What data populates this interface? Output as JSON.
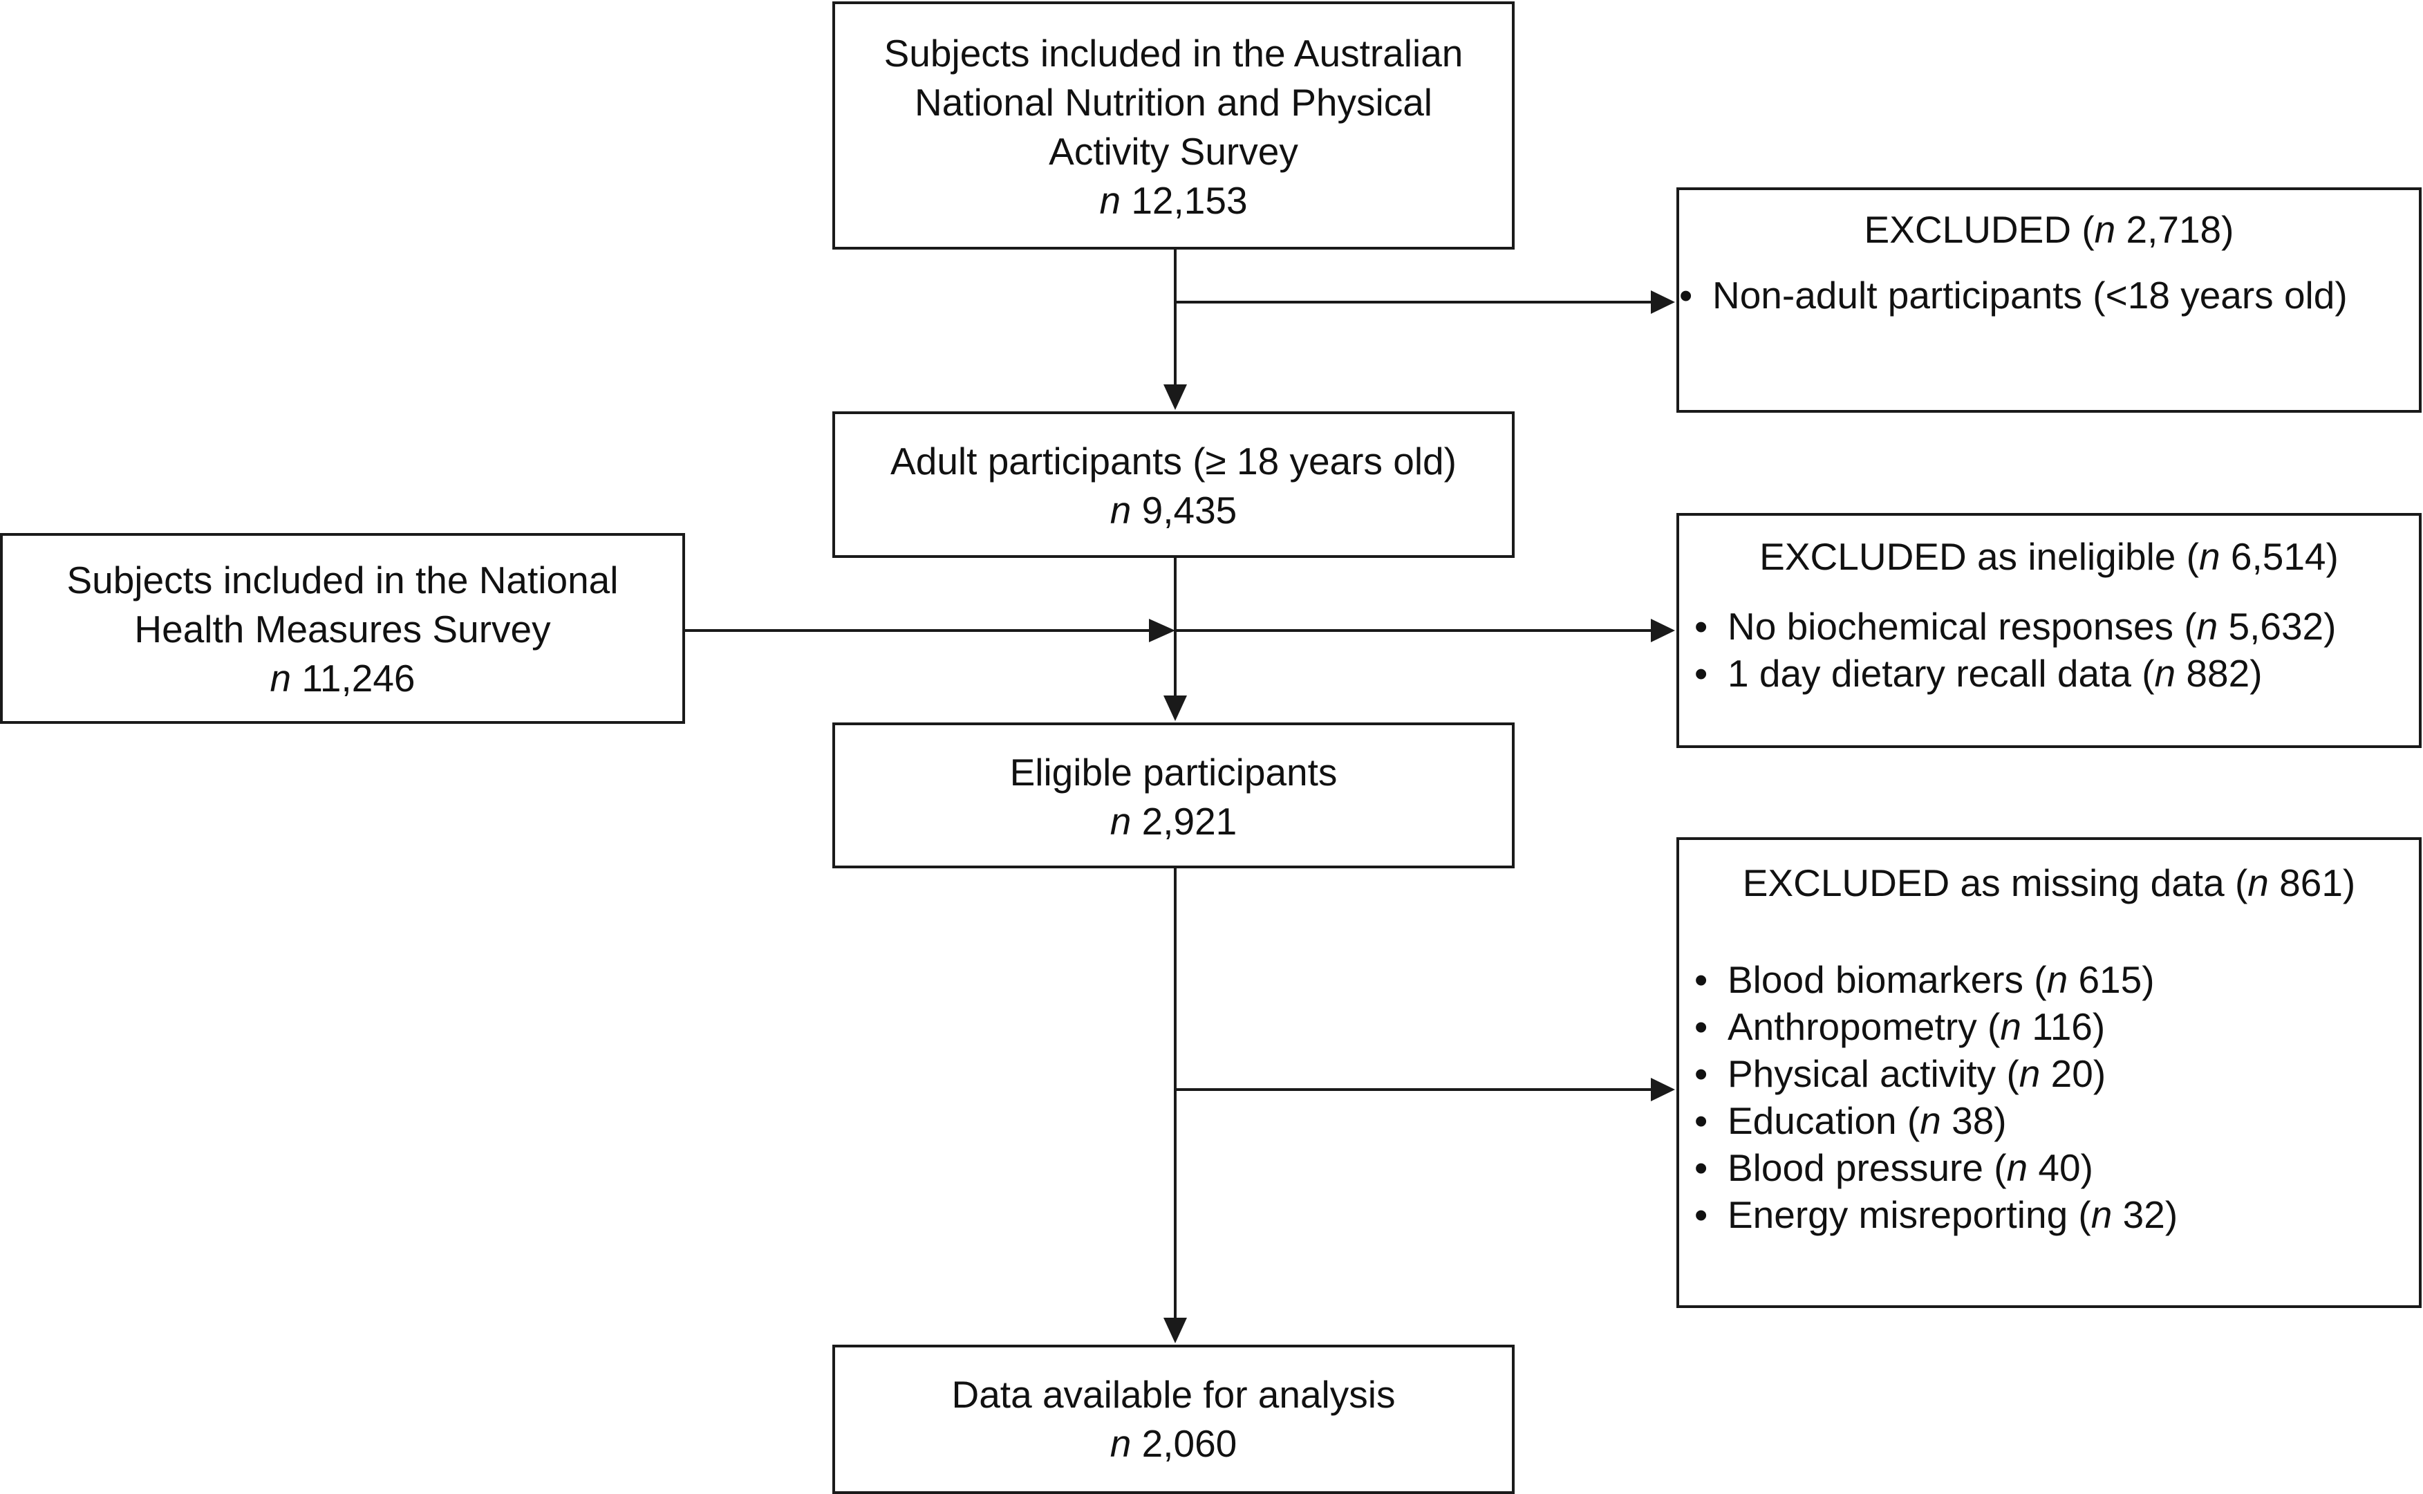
{
  "nodes": {
    "anpas": {
      "lines": [
        "Subjects included in the Australian",
        "National Nutrition and Physical",
        "Activity Survey"
      ],
      "n_prefix": "n",
      "n_value": "12,153"
    },
    "nhms": {
      "lines": [
        "Subjects included in the National",
        "Health Measures Survey"
      ],
      "n_prefix": "n",
      "n_value": "11,246"
    },
    "adults": {
      "lines": [
        "Adult participants (≥ 18 years old)"
      ],
      "n_prefix": "n",
      "n_value": "9,435"
    },
    "eligible": {
      "lines": [
        "Eligible participants"
      ],
      "n_prefix": "n",
      "n_value": "2,921"
    },
    "analysis": {
      "lines": [
        "Data available for analysis"
      ],
      "n_prefix": "n",
      "n_value": "2,060"
    }
  },
  "exclusions": {
    "age": {
      "title_pre": "EXCLUDED (",
      "n_prefix": "n",
      "title_value": "2,718",
      "title_post": ")",
      "items": [
        {
          "label": "Non-adult participants (<18 years old)",
          "n_prefix": "",
          "value": "",
          "post": ""
        }
      ]
    },
    "ineligible": {
      "title_pre": "EXCLUDED as ineligible (",
      "n_prefix": "n",
      "title_value": "6,514",
      "title_post": ")",
      "items": [
        {
          "label": "No biochemical responses (",
          "n_prefix": "n",
          "value": "5,632",
          "post": ")"
        },
        {
          "label": "1 day dietary recall data (",
          "n_prefix": "n",
          "value": "882",
          "post": ")"
        }
      ]
    },
    "missing": {
      "title_pre": "EXCLUDED as missing data (",
      "n_prefix": "n",
      "title_value": "861",
      "title_post": ")",
      "items": [
        {
          "label": "Blood biomarkers (",
          "n_prefix": "n",
          "value": "615",
          "post": ")"
        },
        {
          "label": "Anthropometry (",
          "n_prefix": "n",
          "value": "116",
          "post": ")"
        },
        {
          "label": "Physical activity (",
          "n_prefix": "n",
          "value": "20",
          "post": ")"
        },
        {
          "label": "Education (",
          "n_prefix": "n",
          "value": "38",
          "post": ")"
        },
        {
          "label": "Blood pressure (",
          "n_prefix": "n",
          "value": "40",
          "post": ")"
        },
        {
          "label": "Energy misreporting (",
          "n_prefix": "n",
          "value": "32",
          "post": ")"
        }
      ]
    }
  },
  "bullet_char": "•",
  "colors": {
    "line": "#1a1a1a",
    "text": "#111111",
    "background": "#ffffff"
  }
}
